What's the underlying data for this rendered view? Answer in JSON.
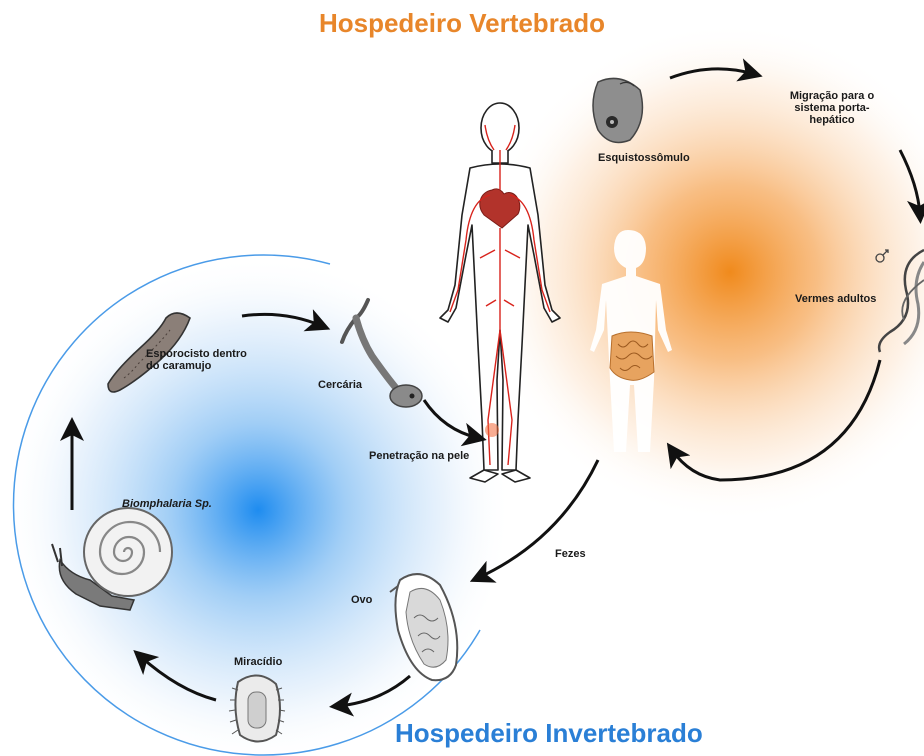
{
  "titles": {
    "vertebrate_host": "Hospedeiro Vertebrado",
    "invertebrate_host": "Hospedeiro Invertebrado"
  },
  "labels": {
    "esquistossomulo": "Esquistossômulo",
    "migracao": "Migração para o\nsistema porta-\nhepático",
    "vermes_adultos": "Vermes adultos",
    "fezes": "Fezes",
    "ovo": "Ovo",
    "miracidio": "Miracídio",
    "biomphalaria": "Biomphalaria Sp.",
    "esporocisto": "Esporocisto dentro\ndo caramujo",
    "cercaria": "Cercária",
    "penetracao": "Penetração na pele"
  },
  "colors": {
    "vertebrate_accent": "#e8862a",
    "invertebrate_accent": "#2a7fd6",
    "arrow": "#111111",
    "blood_vessels": "#d8231c"
  },
  "icons": [
    "human-body-circulation-icon",
    "human-silhouette-intestine-icon",
    "schistosomulum-icon",
    "adult-worms-icon",
    "egg-icon",
    "miracidium-icon",
    "snail-icon",
    "sporocyst-icon",
    "cercaria-icon"
  ]
}
